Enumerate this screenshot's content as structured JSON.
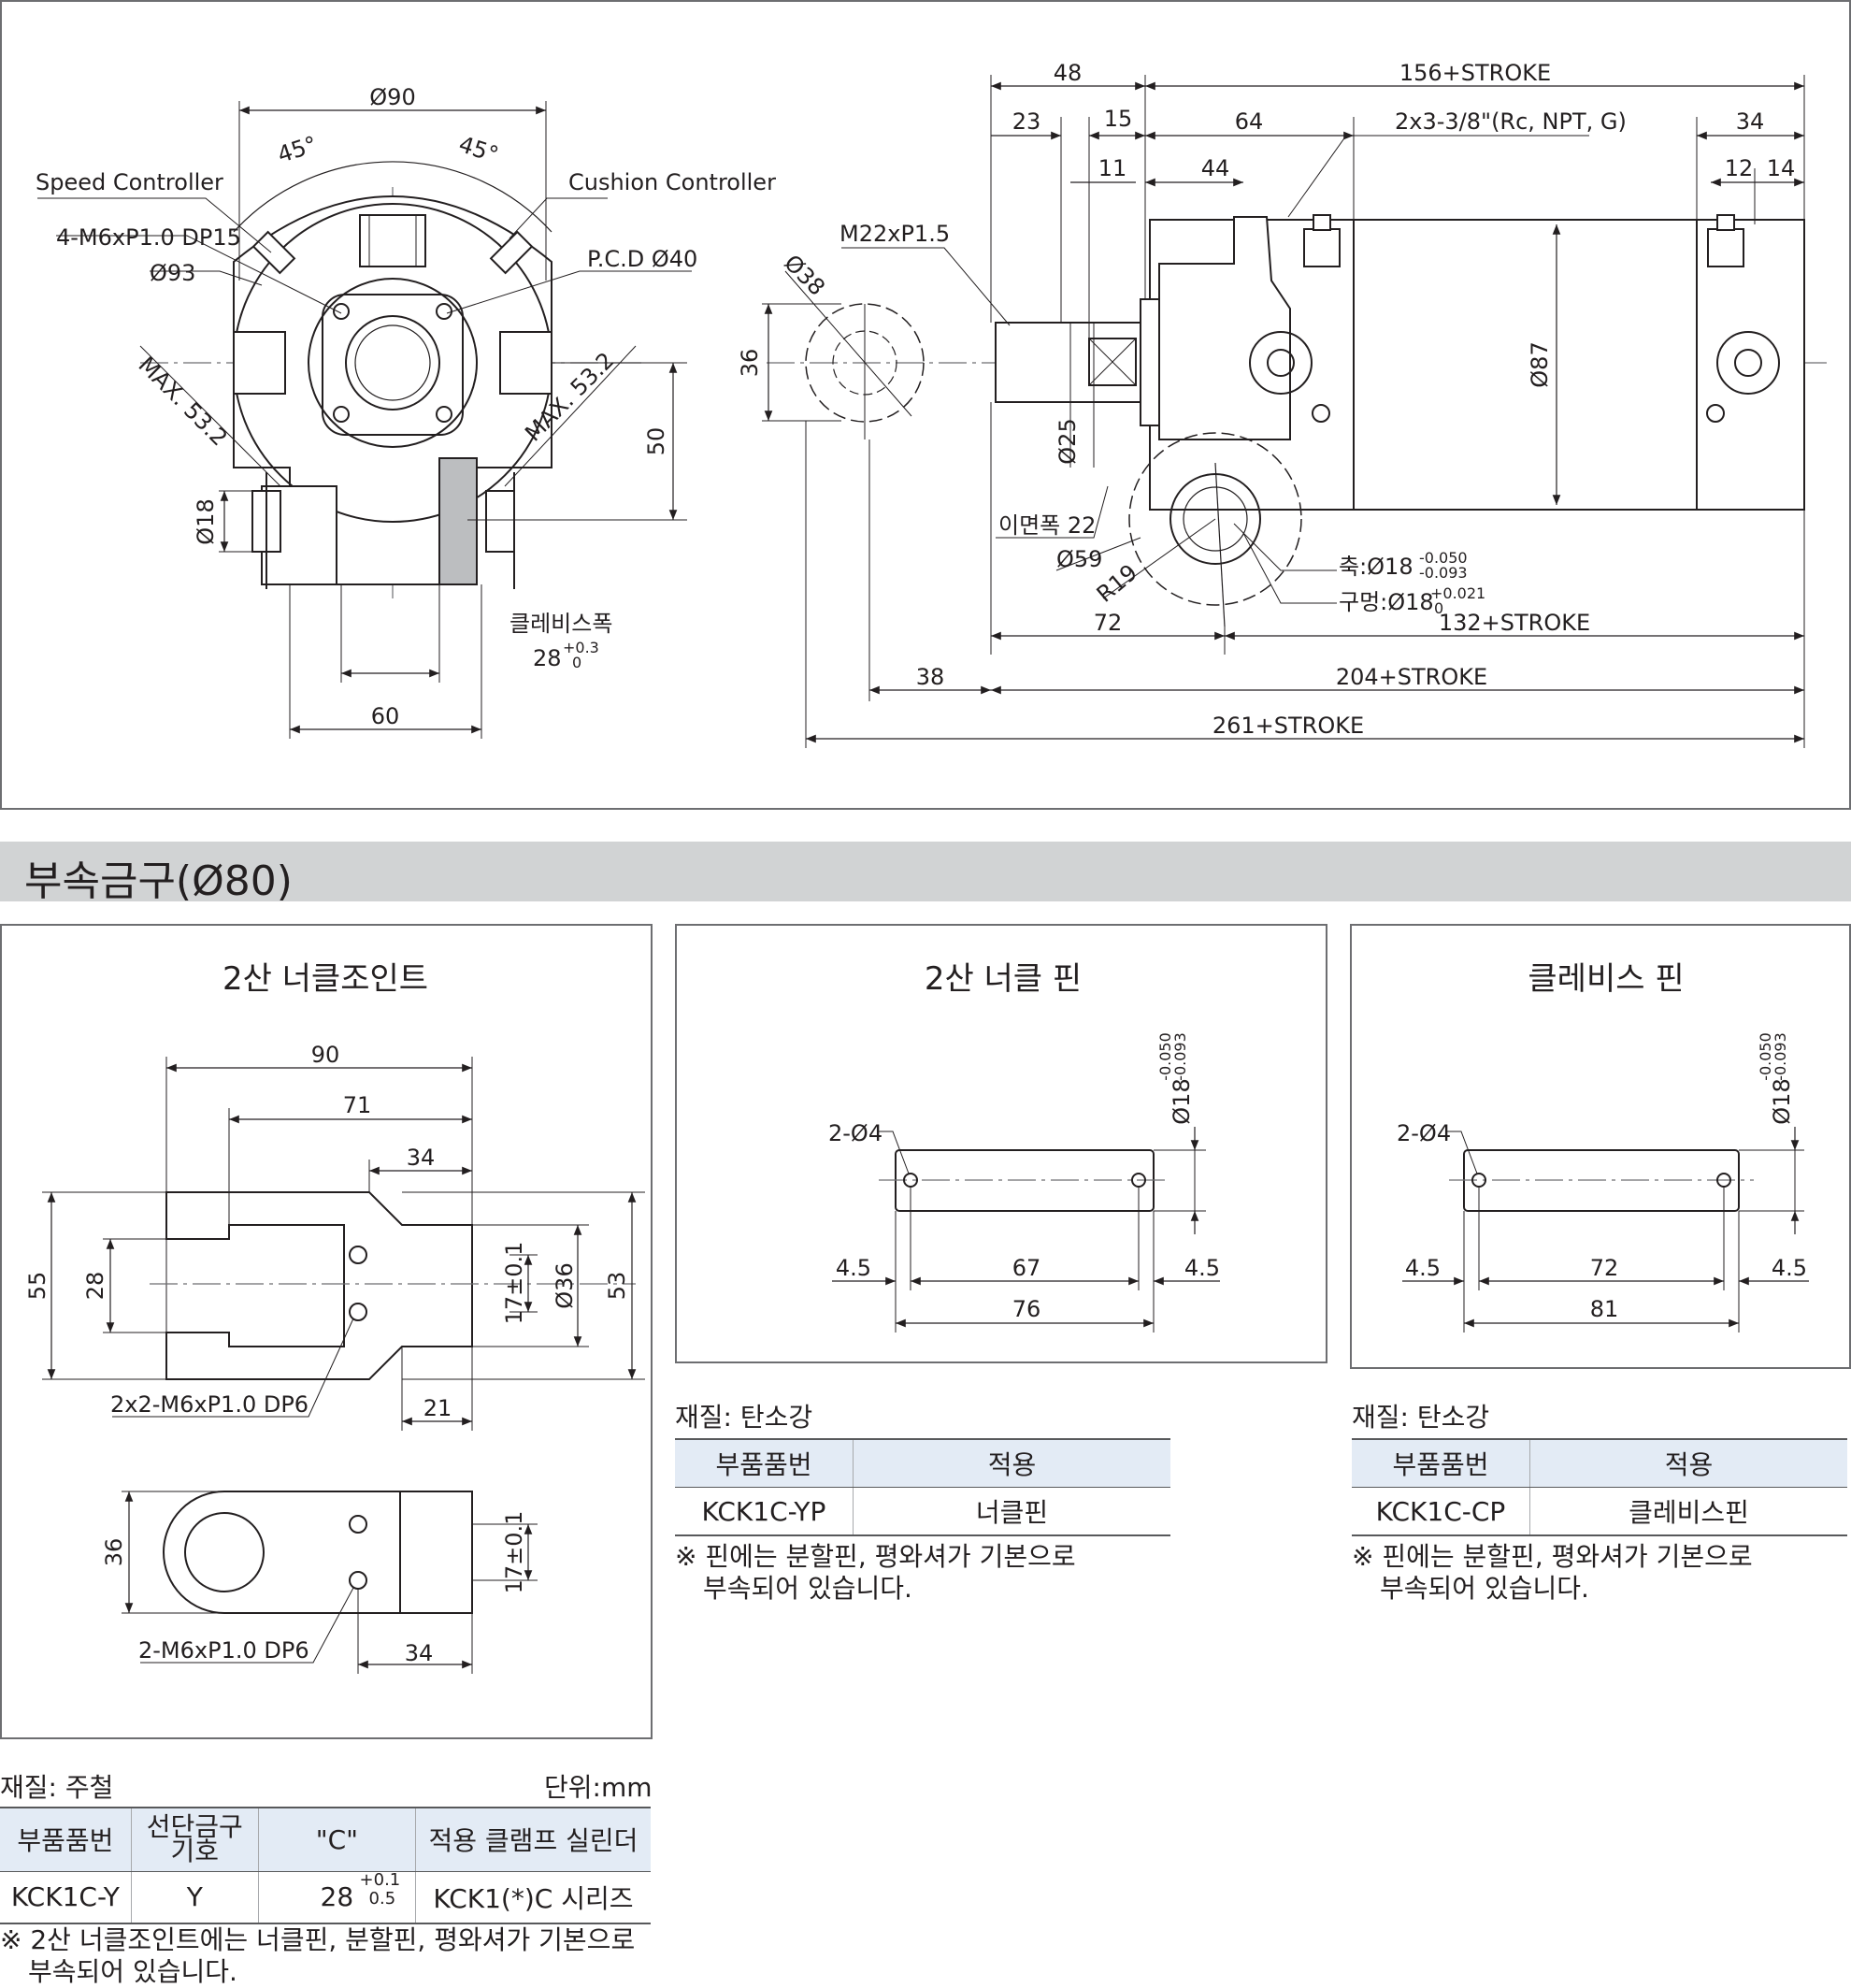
{
  "top_drawing": {
    "front_view": {
      "dia_90": "Ø90",
      "angle_left": "45°",
      "angle_right": "45°",
      "speed_controller": "Speed Controller",
      "cushion_controller": "Cushion Controller",
      "tapped_holes": "4-M6xP1.0 DP15",
      "dia_93": "Ø93",
      "pcd": "P.C.D Ø40",
      "max_left": "MAX. 53.2",
      "max_right": "MAX. 53.2",
      "dim_50": "50",
      "dia_18": "Ø18",
      "clevis_width_label": "클레비스폭",
      "clevis_width_value": "28",
      "clevis_tol_upper": "+0.3",
      "clevis_tol_lower": "0",
      "dim_60": "60"
    },
    "side_view": {
      "dim_48": "48",
      "dim_156": "156+STROKE",
      "dim_23": "23",
      "dim_15": "15",
      "dim_64": "64",
      "ports": "2x3-3/8\"(Rc, NPT, G)",
      "dim_34": "34",
      "dim_11": "11",
      "dim_44": "44",
      "dim_12": "12",
      "dim_14": "14",
      "thread": "M22xP1.5",
      "dia_38": "Ø38",
      "dim_36": "36",
      "dia_87": "Ø87",
      "dia_25": "Ø25",
      "flat_width": "이면폭 22",
      "dia_59": "Ø59",
      "r19": "R19",
      "shaft_label": "축:Ø18",
      "shaft_tol_upper": "-0.050",
      "shaft_tol_lower": "-0.093",
      "hole_label": "구멍:Ø18",
      "hole_tol_upper": "+0.021",
      "hole_tol_lower": "0",
      "dim_72": "72",
      "dim_132": "132+STROKE",
      "dim_38": "38",
      "dim_204": "204+STROKE",
      "dim_261": "261+STROKE"
    }
  },
  "section_title": "부속금구(Ø80)",
  "knuckle_joint": {
    "title": "2산 너클조인트",
    "dim_90": "90",
    "dim_71": "71",
    "dim_34_top": "34",
    "dim_55": "55",
    "dim_28": "28",
    "dim_17": "17±0.1",
    "dia_36": "Ø36",
    "dim_53": "53",
    "tapped_top": "2x2-M6xP1.0 DP6",
    "dim_21": "21",
    "dim_36_bottom": "36",
    "dim_17_bottom": "17±0.1",
    "tapped_bottom": "2-M6xP1.0 DP6",
    "dim_34_bottom": "34",
    "material": "재질: 주철",
    "unit": "단위:mm",
    "table": {
      "headers": [
        "부품품번",
        "선단금구\n기호",
        "\"C\"",
        "적용 클램프 실린더"
      ],
      "row": {
        "part": "KCK1C-Y",
        "symbol": "Y",
        "c_value": "28",
        "c_tol_upper": "+0.1",
        "c_tol_lower": "0.5",
        "cylinder": "KCK1(*)C 시리즈"
      }
    },
    "note_line1": "※ 2산 너클조인트에는 너클핀, 분할핀, 평와셔가 기본으로",
    "note_line2": "부속되어 있습니다."
  },
  "knuckle_pin": {
    "title": "2산 너클 핀",
    "holes": "2-Ø4",
    "dia": "Ø18",
    "dia_tol_upper": "-0.050",
    "dia_tol_lower": "-0.093",
    "dim_left": "4.5",
    "dim_mid": "67",
    "dim_right": "4.5",
    "dim_total": "76",
    "material": "재질: 탄소강",
    "table": {
      "headers": [
        "부품품번",
        "적용"
      ],
      "row": [
        "KCK1C-YP",
        "너클핀"
      ]
    },
    "note_line1": "※ 핀에는 분할핀, 평와셔가 기본으로",
    "note_line2": "부속되어 있습니다."
  },
  "clevis_pin": {
    "title": "클레비스 핀",
    "holes": "2-Ø4",
    "dia": "Ø18",
    "dia_tol_upper": "-0.050",
    "dia_tol_lower": "-0.093",
    "dim_left": "4.5",
    "dim_mid": "72",
    "dim_right": "4.5",
    "dim_total": "81",
    "material": "재질: 탄소강",
    "table": {
      "headers": [
        "부품품번",
        "적용"
      ],
      "row": [
        "KCK1C-CP",
        "클레비스핀"
      ]
    },
    "note_line1": "※ 핀에는 분할핀, 평와셔가 기본으로",
    "note_line2": "부속되어 있습니다."
  }
}
